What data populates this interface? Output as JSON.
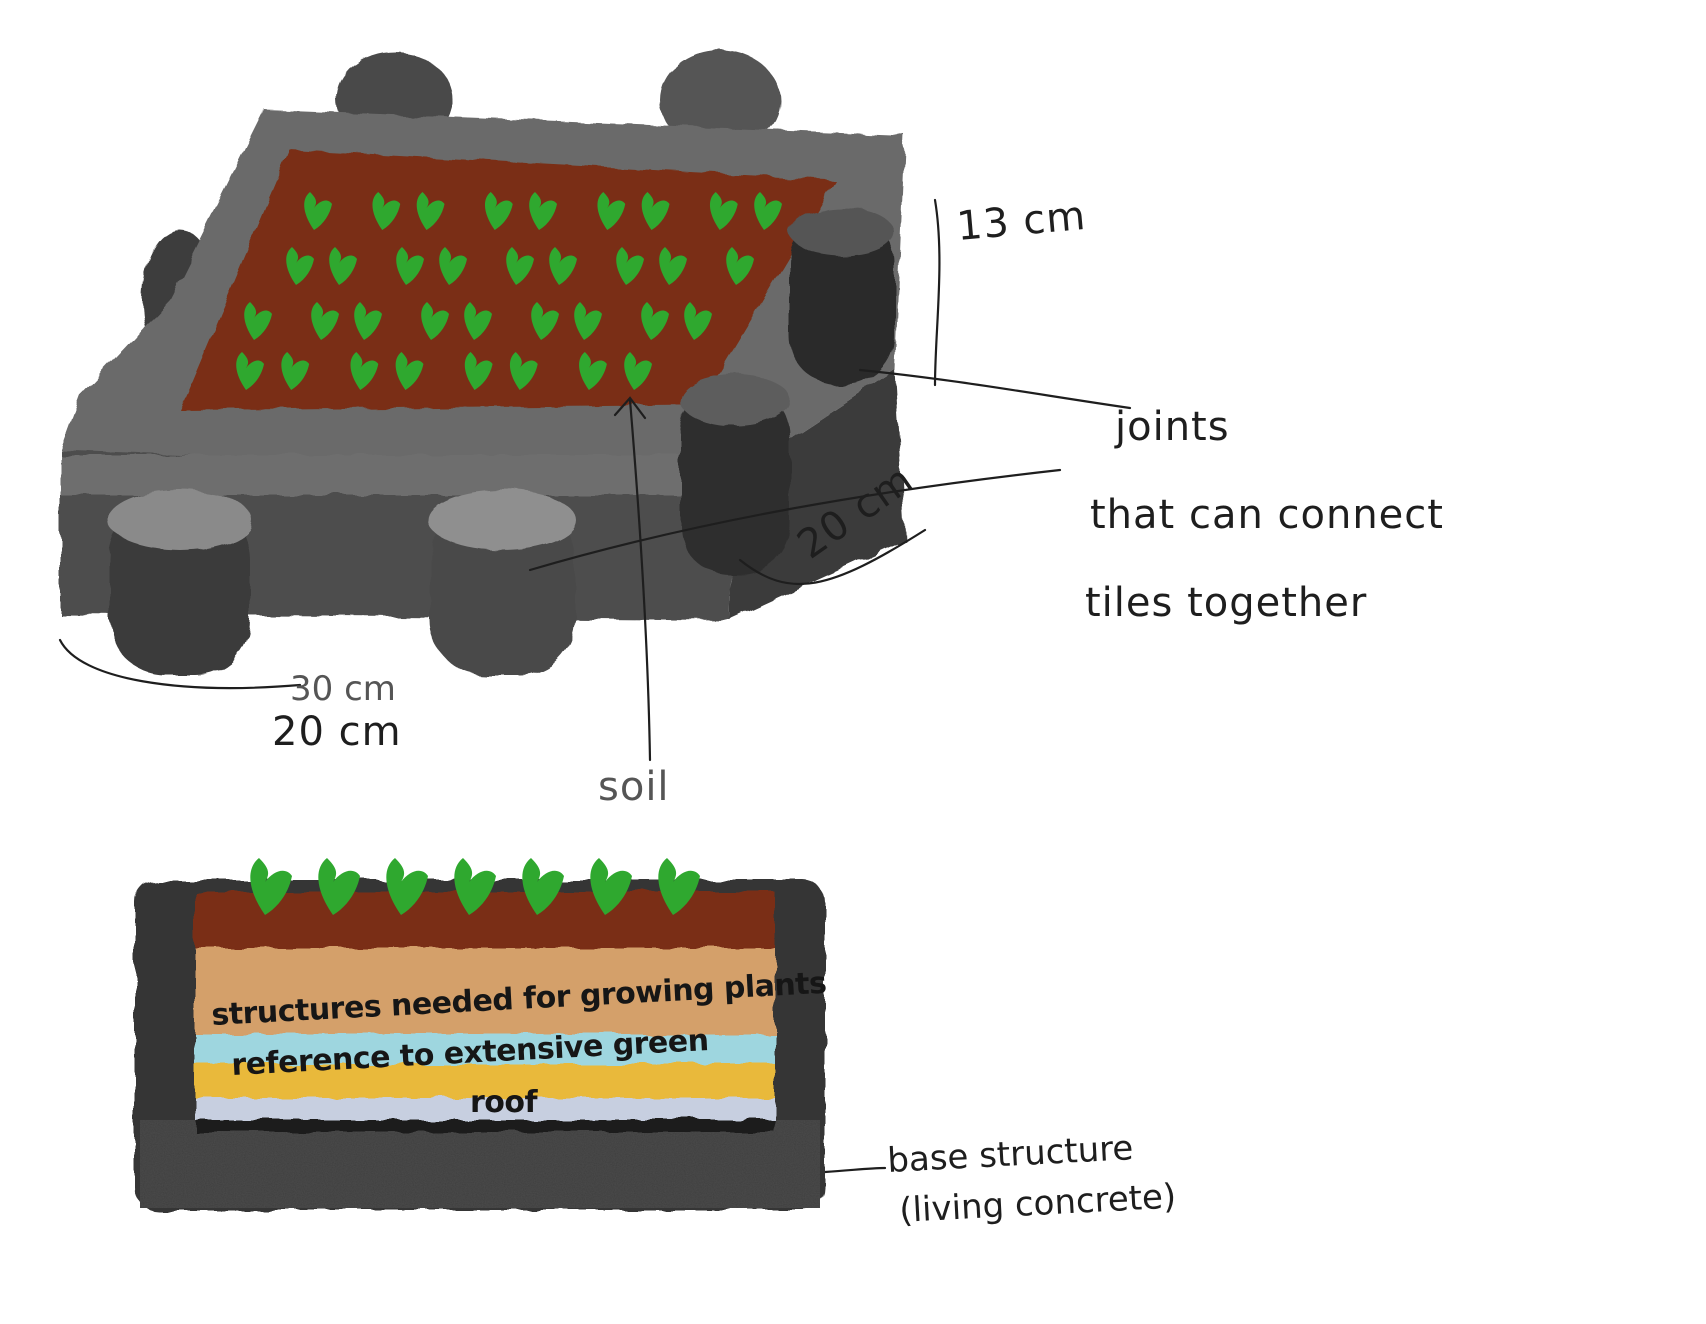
{
  "labels": {
    "height": "13 cm",
    "joints_line1": "joints",
    "joints_line2": "that can connect",
    "joints_line3": "tiles together",
    "depth": "20 cm",
    "width_line1": "30 cm",
    "width_line2": "20 cm",
    "soil": "soil",
    "layers_line1": "structures needed for growing plants",
    "layers_line2": "reference to extensive green",
    "layers_line3": "roof",
    "base_line1": "base structure",
    "base_line2": "(living concrete)"
  },
  "colors": {
    "soil": "#7a2e12",
    "plant": "#2fa82f",
    "concrete": "#5a5a5a",
    "concrete_dark": "#2b2b2b",
    "layer_sand": "#d4a06a",
    "layer_blue": "#9ed6df",
    "layer_yellow": "#e9b93a",
    "layer_gray": "#c7cfe0"
  }
}
